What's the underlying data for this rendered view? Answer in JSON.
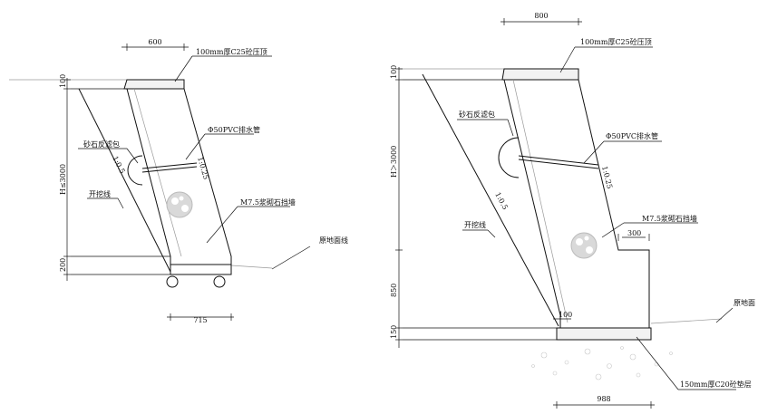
{
  "left": {
    "dims": {
      "top_width": "600",
      "cap_height": "100",
      "wall_height": "H≤3000",
      "base_height": "200",
      "bottom_width": "715"
    },
    "labels": {
      "cap": "100mm厚C25砼压顶",
      "pipe": "Φ50PVC排水管",
      "filter": "砂石反滤包",
      "slope_wall": "1:0.25",
      "slope_cut": "1:0.5",
      "excavation": "开挖线",
      "wall": "M7.5浆砌石挡墙",
      "ground": "原地面线"
    }
  },
  "right": {
    "dims": {
      "top_width": "800",
      "cap_height": "100",
      "wall_height": "H＞3000",
      "lower_height": "850",
      "pad_height": "150",
      "step": "300",
      "toe": "100",
      "bottom_width": "988"
    },
    "labels": {
      "cap": "100mm厚C25砼压顶",
      "pipe": "Φ50PVC排水管",
      "filter": "砂石反滤包",
      "slope_wall": "1:0.25",
      "slope_cut": "1:0.5",
      "excavation": "开挖线",
      "wall": "M7.5浆砌石挡墙",
      "ground": "原地面",
      "pad": "150mm厚C20砼垫层"
    }
  }
}
